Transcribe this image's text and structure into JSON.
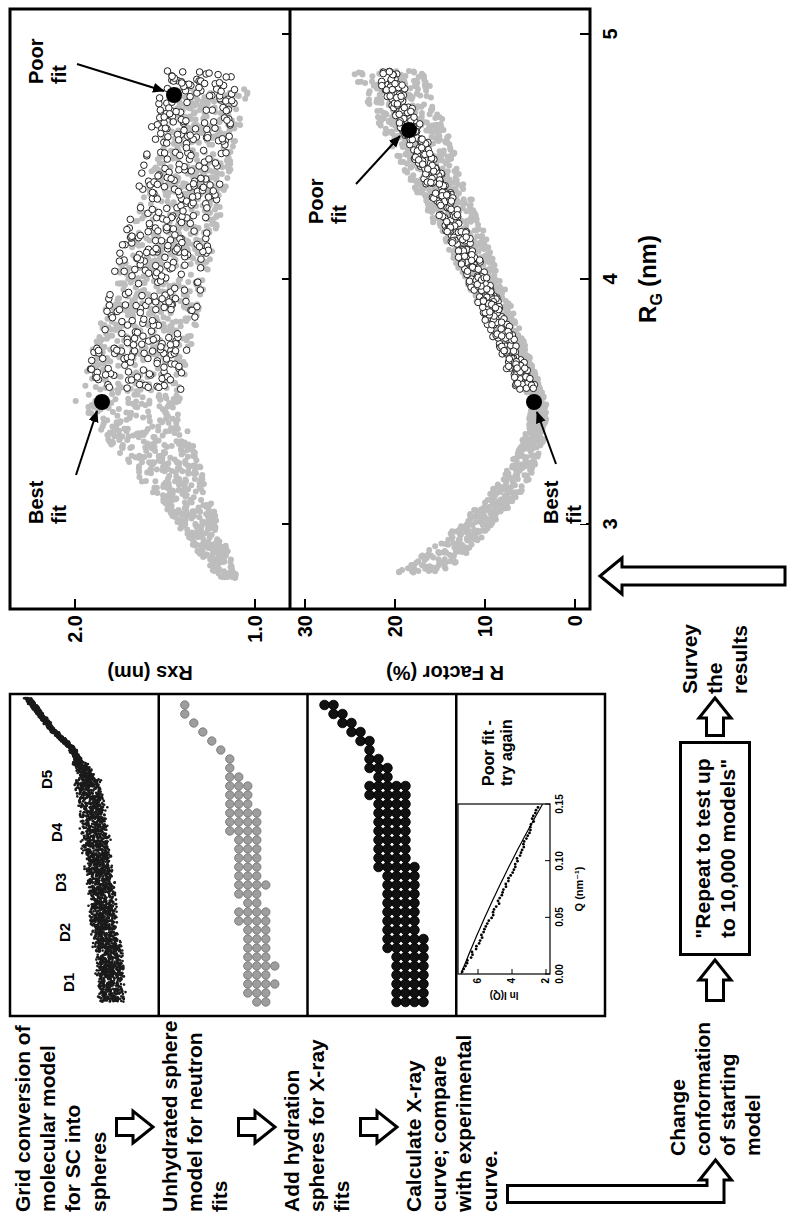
{
  "diagram": {
    "nodes": [
      {
        "text": [
          "Grid conversion of molecular model for SC into spheres"
        ]
      },
      {
        "text": [
          "Unhydrated sphere model for neutron fits"
        ]
      },
      {
        "text": [
          "Add hydration spheres for X-ray fits"
        ]
      },
      {
        "text": [
          "Calculate X-ray curve; compare with experimental curve."
        ]
      },
      {
        "text": [
          "Change conformation of starting model"
        ]
      },
      {
        "text": [
          "\"Repeat to test up to 10,000 models\""
        ]
      },
      {
        "text": [
          "Survey the results"
        ]
      }
    ],
    "edges": [
      {
        "from": 0,
        "to": 1,
        "arrow": "to"
      },
      {
        "from": 1,
        "to": 2,
        "arrow": "to"
      },
      {
        "from": 2,
        "to": 3,
        "arrow": "to"
      },
      {
        "from": 3,
        "to": 4,
        "arrow": "to"
      },
      {
        "from": 4,
        "to": 5,
        "arrow": "to"
      },
      {
        "from": 5,
        "to": 6,
        "arrow": "to"
      }
    ],
    "labels": [
      "D1",
      "D2",
      "D3",
      "D4",
      "D5",
      "Poor fit - try again",
      "0.00",
      "0.05",
      "0.10",
      "0.15",
      "Q (nm⁻¹)",
      "6",
      "4",
      "2",
      "ln I(Q)",
      "Best fit",
      "Poor fit",
      "Best fit",
      "Poor fit",
      "Rxs (nm)",
      "2.0",
      "1.0",
      "R Factor (%)",
      "30",
      "20",
      "10",
      "0",
      "3",
      "4",
      "5",
      "R",
      "G",
      "(nm)"
    ]
  }
}
